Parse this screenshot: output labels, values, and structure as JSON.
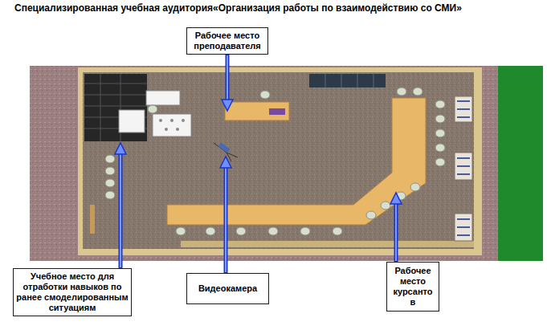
{
  "diagram": {
    "title": "Специализированная учебная аудитория«Организация работы по взаимодействию со СМИ»",
    "nodes": [
      {
        "text": [
          "Рабочее место преподавателя"
        ]
      },
      {
        "text": [
          "Учебное место для отработки навыков по ранее смоделированным ситуациям"
        ]
      },
      {
        "text": [
          "Видеокамера"
        ]
      },
      {
        "text": [
          "Рабочее место курсанто в"
        ]
      }
    ]
  }
}
